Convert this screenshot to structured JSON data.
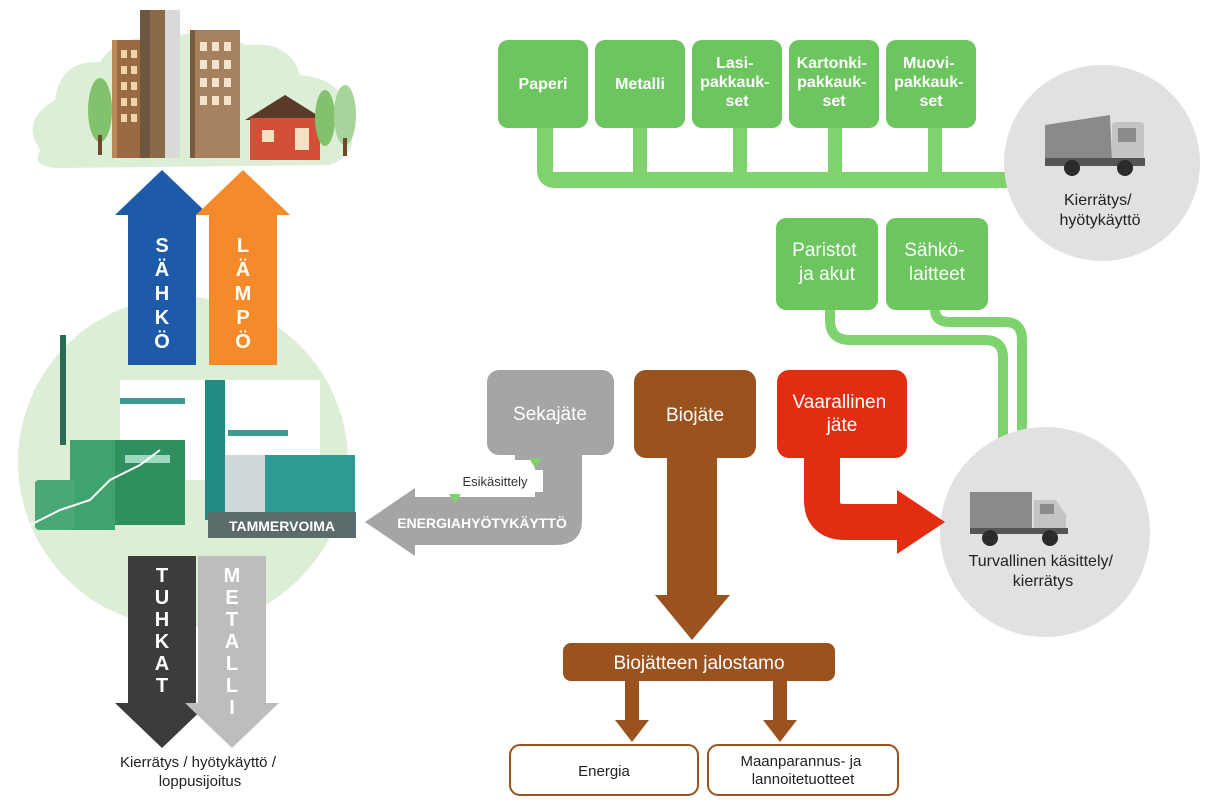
{
  "recyclables": [
    {
      "lines": [
        "Paperi"
      ]
    },
    {
      "lines": [
        "Metalli"
      ]
    },
    {
      "lines": [
        "Lasi-",
        "pakkauk-",
        "set"
      ]
    },
    {
      "lines": [
        "Kartonki-",
        "pakkauk-",
        "set"
      ]
    },
    {
      "lines": [
        "Muovi-",
        "pakkauk-",
        "set"
      ]
    }
  ],
  "recycling_target": {
    "lines": [
      "Kierrätys/",
      "hyötykäyttö"
    ]
  },
  "electronics": [
    {
      "lines": [
        "Paristot",
        "ja akut"
      ]
    },
    {
      "lines": [
        "Sähkö-",
        "laitteet"
      ]
    }
  ],
  "safe_target": {
    "lines": [
      "Turvallinen käsittely/",
      "kierrätys"
    ]
  },
  "waste": {
    "mixed": "Sekajäte",
    "bio": "Biojäte",
    "hazardous": {
      "lines": [
        "Vaarallinen",
        "jäte"
      ]
    },
    "pretreatment": "Esikäsittely",
    "energy_recovery": "ENERGIAHYÖTYKÄYTTÖ"
  },
  "plant": {
    "name": "TAMMERVOIMA"
  },
  "outputs_up": [
    {
      "letters": [
        "S",
        "Ä",
        "H",
        "K",
        "Ö"
      ],
      "color": "#1d5ba8"
    },
    {
      "letters": [
        "L",
        "Ä",
        "M",
        "P",
        "Ö"
      ],
      "color": "#f58a2a"
    }
  ],
  "outputs_down": [
    {
      "letters": [
        "T",
        "U",
        "H",
        "K",
        "A",
        "T"
      ],
      "color": "#3c3c3c"
    },
    {
      "letters": [
        "M",
        "E",
        "T",
        "A",
        "L",
        "L",
        "I"
      ],
      "color": "#bdbdbd"
    }
  ],
  "residue_target": {
    "lines": [
      "Kierrätys / hyötykäyttö /",
      "loppusijoitus"
    ]
  },
  "refinery": {
    "name": "Biojätteen jalostamo",
    "products": [
      {
        "lines": [
          "Energia"
        ]
      },
      {
        "lines": [
          "Maanparannus- ja",
          "lannoitetuotteet"
        ]
      }
    ]
  },
  "colors": {
    "green": "#6cc55f",
    "light_green": "#7fd36e",
    "brown": "#9a531f",
    "red": "#e32d13",
    "gray": "#a5a5a5",
    "circle_gray": "#e1e1e1",
    "circle_green": "#dcefd6"
  }
}
